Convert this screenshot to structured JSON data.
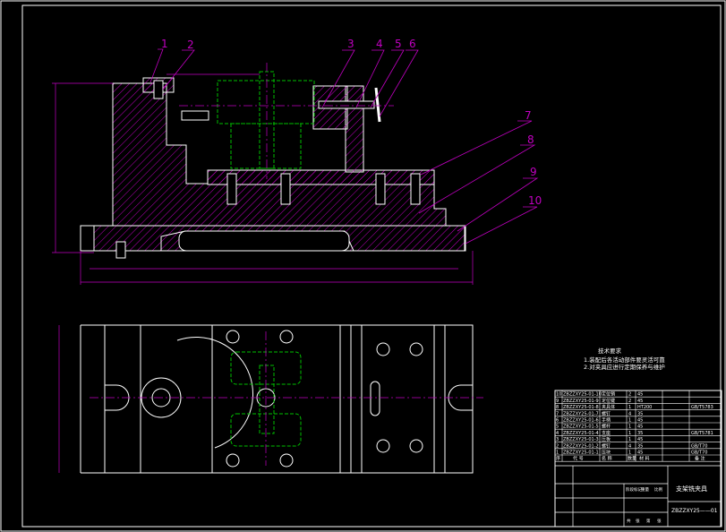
{
  "callouts": [
    "1",
    "2",
    "3",
    "4",
    "5",
    "6",
    "7",
    "8",
    "9",
    "10"
  ],
  "tech_requirements": {
    "title": "技术要求",
    "lines": [
      "1.装配后各活动部件要灵活可靠",
      "2.对夹具应进行定期保养与维护"
    ]
  },
  "bom": {
    "rows": [
      {
        "code": "ZBZZXY25-01-10",
        "name": "定位销",
        "qty": "2",
        "material": "45",
        "note": ""
      },
      {
        "code": "ZBZZXY25-01-9",
        "name": "定位键",
        "qty": "2",
        "material": "45",
        "note": ""
      },
      {
        "code": "ZBZZXY25-01-8",
        "name": "夹具体",
        "qty": "1",
        "material": "HT200",
        "note": "GB/T5783"
      },
      {
        "code": "ZBZZXY25-01-7",
        "name": "螺钉",
        "qty": "4",
        "material": "35",
        "note": ""
      },
      {
        "code": "ZBZZXY25-01-6",
        "name": "手柄",
        "qty": "1",
        "material": "45",
        "note": ""
      },
      {
        "code": "ZBZZXY25-01-5",
        "name": "螺杆",
        "qty": "1",
        "material": "45",
        "note": ""
      },
      {
        "code": "ZBZZXY25-01-4",
        "name": "支座",
        "qty": "1",
        "material": "35",
        "note": "GB/T5781"
      },
      {
        "code": "ZBZZXY25-01-3",
        "name": "压板",
        "qty": "1",
        "material": "45",
        "note": ""
      },
      {
        "code": "ZBZZXY25-01-2",
        "name": "螺钉",
        "qty": "4",
        "material": "35",
        "note": "GB/T70"
      },
      {
        "code": "ZBZZXY25-01-1",
        "name": "压块",
        "qty": "1",
        "material": "45",
        "note": "GB/T70"
      }
    ],
    "header": {
      "seq": "序",
      "code": "代 号",
      "name": "名 称",
      "qty": "数量",
      "material": "材 料",
      "note": "备 注"
    }
  },
  "title_block": {
    "title": "支架铣夹具",
    "drawing_no": "ZBZZXY25——01",
    "scale_labels": [
      "阶段标记",
      "重量",
      "比例"
    ],
    "sheet_labels": [
      "共",
      "张",
      "第",
      "张"
    ]
  }
}
